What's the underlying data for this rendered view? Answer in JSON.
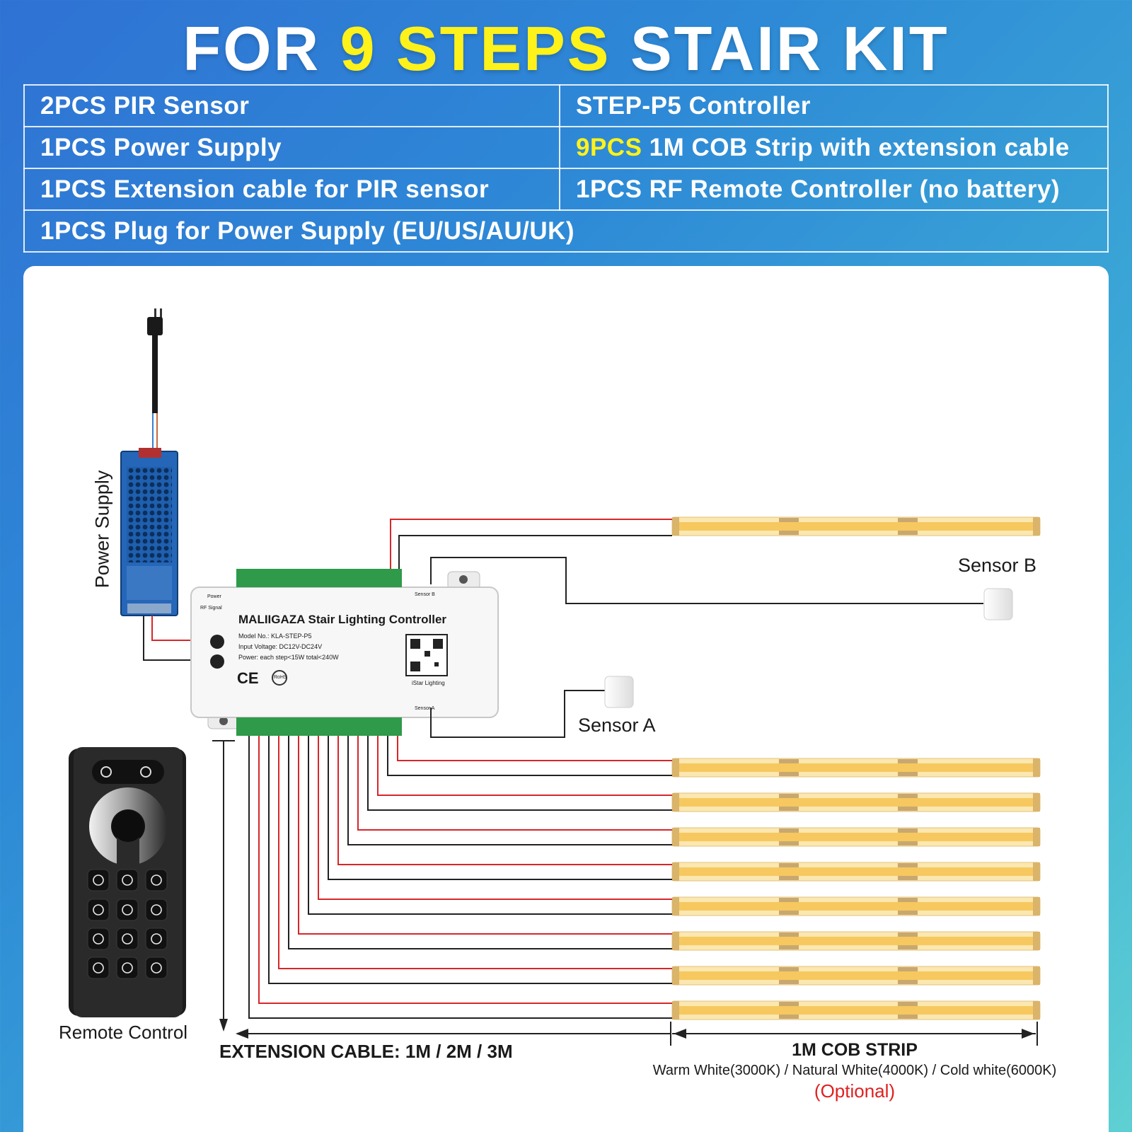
{
  "header": {
    "title_prefix": "FOR ",
    "title_highlight": "9 STEPS",
    "title_suffix": " STAIR KIT"
  },
  "kit_items": {
    "r1c1": "2PCS PIR Sensor",
    "r1c2": "STEP-P5 Controller",
    "r2c1": "1PCS Power Supply",
    "r2c2_highlight": "9PCS",
    "r2c2_rest": " 1M COB Strip with extension cable",
    "r3c1": "1PCS Extension cable for PIR sensor",
    "r3c2": "1PCS RF Remote Controller (no battery)",
    "r4": "1PCS Plug for Power Supply (EU/US/AU/UK)"
  },
  "labels": {
    "power_supply": "Power Supply",
    "sensor_a": "Sensor A",
    "sensor_b": "Sensor B",
    "remote_control": "Remote Control",
    "extension_cable": "EXTENSION CABLE: 1M / 2M / 3M",
    "cob_strip": "1M COB STRIP",
    "color_temps": "Warm White(3000K) / Natural White(4000K) / Cold white(6000K)",
    "optional": "(Optional)"
  },
  "controller": {
    "name": "MALIIGAZA Stair Lighting Controller",
    "model": "Model No.: KLA-STEP-P5",
    "input": "Input Voltage: DC12V-DC24V",
    "power": "Power: each step<15W total<240W",
    "brand": "iStar Lighting",
    "power_led": "Power",
    "rf_led": "RF Signal",
    "sensor_a_port": "Sensor A",
    "sensor_b_port": "Sensor B",
    "cert_ce": "CE",
    "cert_rohs": "RoHS"
  },
  "strip_count": 9,
  "colors": {
    "wire_red": "#d8262a",
    "wire_black": "#222222",
    "strip": "#f6c85f",
    "yellow": "#fff21a"
  }
}
